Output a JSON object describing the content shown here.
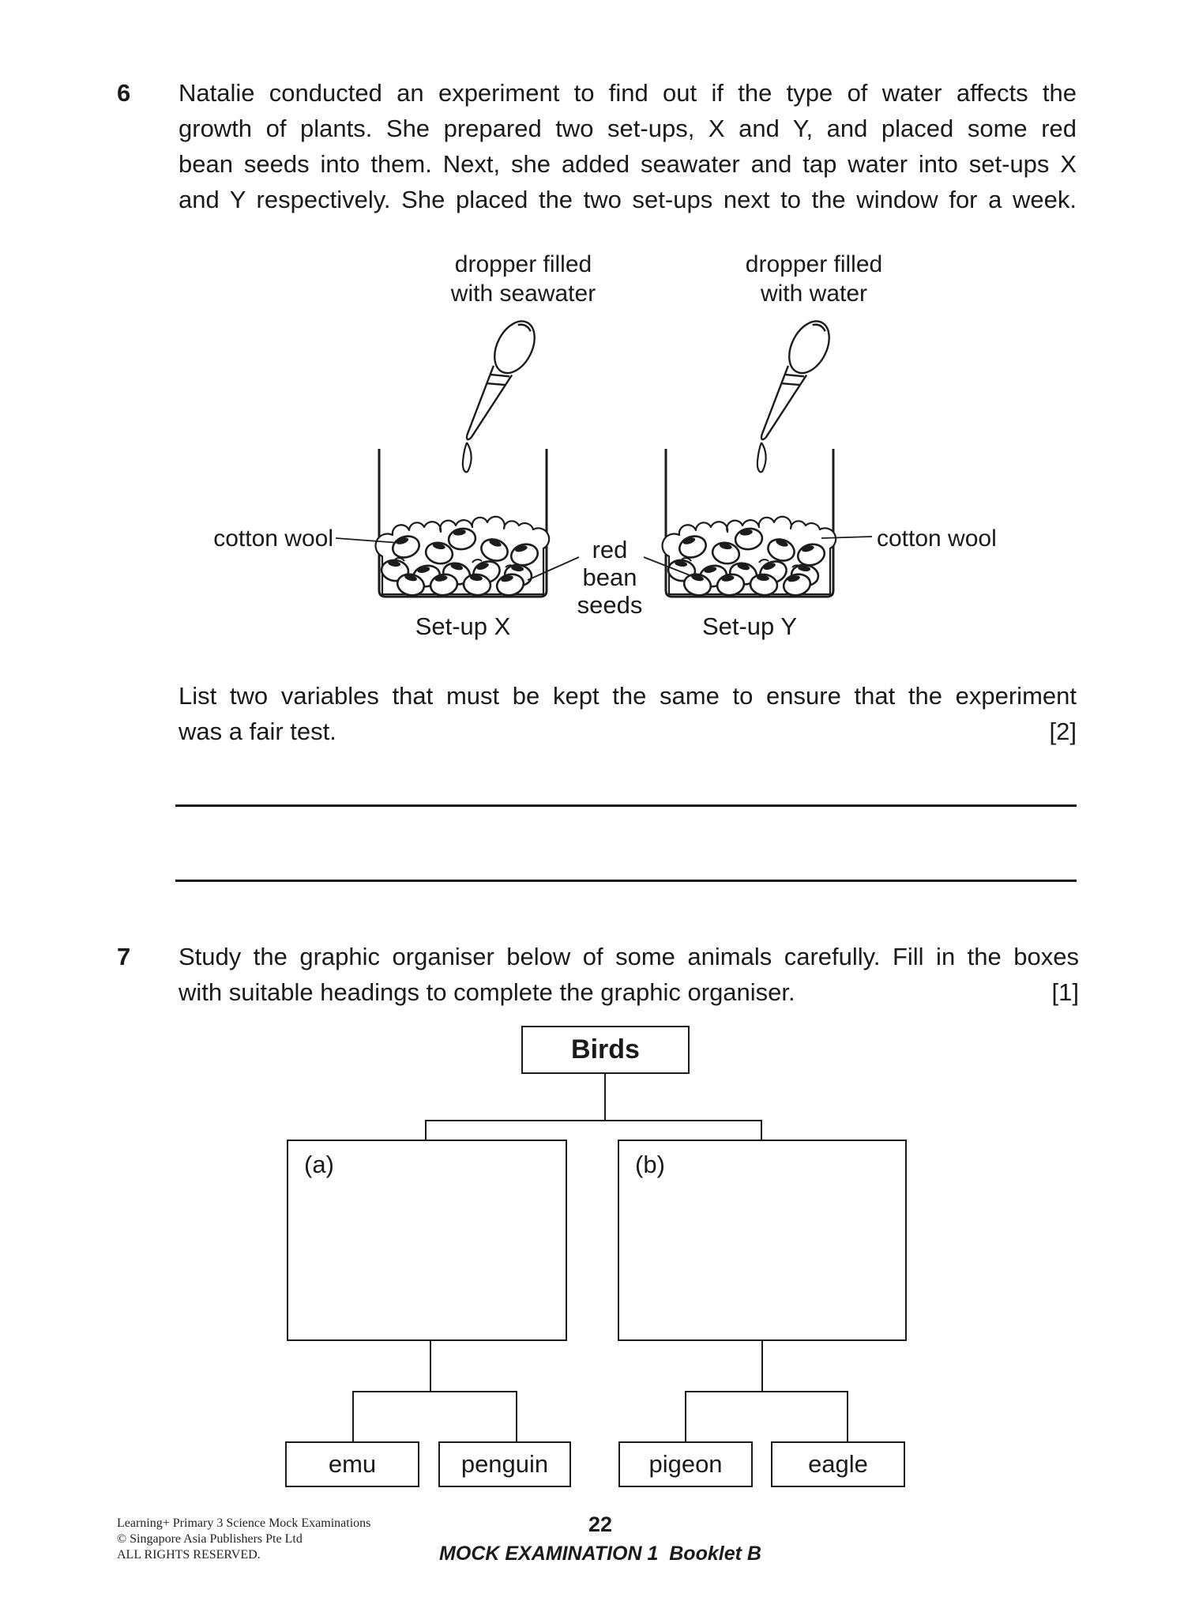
{
  "q6": {
    "number": "6",
    "lines": [
      "Natalie conducted an experiment to find out if the type of water affects the",
      "growth of plants. She prepared two set-ups, X and Y, and placed some red",
      "bean seeds into them. Next, she added seawater and tap water into set-ups X",
      "and Y respectively. She placed the two set-ups next to the window for a week."
    ],
    "diagram": {
      "dropper_left_label": "dropper filled\nwith seawater",
      "dropper_right_label": "dropper filled\nwith water",
      "cotton_wool_left": "cotton wool",
      "cotton_wool_right": "cotton wool",
      "red_bean_seeds": "red\nbean\nseeds",
      "setup_x": "Set-up X",
      "setup_y": "Set-up Y"
    },
    "question_line1": "List two variables that must be kept the same to ensure that the experiment",
    "question_line2": "was a fair test.",
    "marks": "[2]"
  },
  "q7": {
    "number": "7",
    "text_line1": "Study the graphic organiser below of some animals carefully. Fill in the boxes",
    "text_line2": "with suitable headings to complete the graphic organiser.",
    "marks": "[1]",
    "organiser": {
      "root": "Birds",
      "box_a_label": "(a)",
      "box_b_label": "(b)",
      "leaves": [
        "emu",
        "penguin",
        "pigeon",
        "eagle"
      ]
    }
  },
  "footer": {
    "left_line1": "Learning+ Primary 3 Science Mock Examinations",
    "left_line2": "© Singapore Asia Publishers Pte Ltd",
    "left_line3": "ALL RIGHTS RESERVED.",
    "page_number": "22",
    "booklet": "MOCK EXAMINATION 1  Booklet B"
  }
}
